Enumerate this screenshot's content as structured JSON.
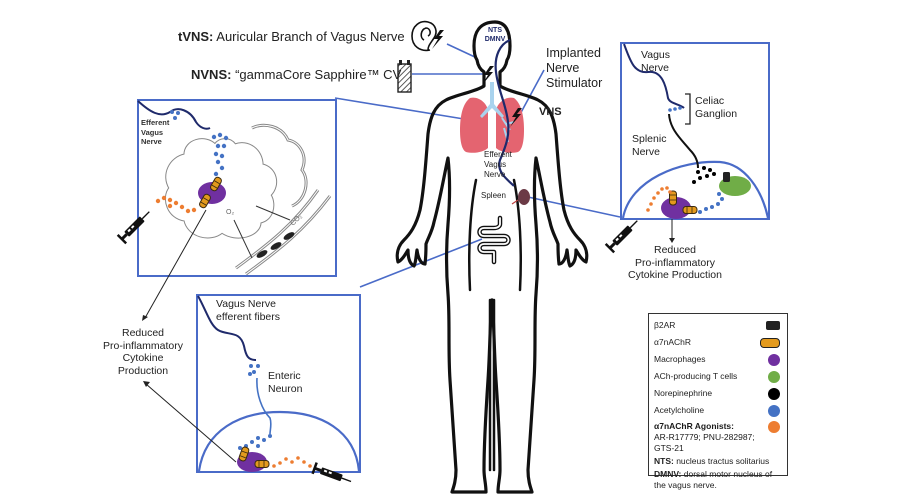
{
  "devices": {
    "tvns": {
      "prefix": "tVNS:",
      "text": " Auricular Branch of Vagus Nerve"
    },
    "nvns": {
      "prefix": "NVNS:",
      "text": " “gammaCore Sapphire™ CV"
    }
  },
  "body_labels": {
    "nts": "NTS",
    "dmnv": "DMNV",
    "implanted_line1": "Implanted",
    "implanted_line2": "Nerve",
    "implanted_line3": "Stimulator",
    "vns": "VNS",
    "efferent_line1": "Efferent",
    "efferent_line2": "Vagus",
    "efferent_line3": "Nerve",
    "spleen": "Spleen"
  },
  "lung_panel": {
    "nerve_line1": "Efferent",
    "nerve_line2": "Vagus",
    "nerve_line3": "Nerve",
    "o2": "O₂",
    "co2": "CO₂"
  },
  "spleen_panel": {
    "vagus_line1": "Vagus",
    "vagus_line2": "Nerve",
    "celiac_line1": "Celiac",
    "celiac_line2": "Ganglion",
    "splenic_line1": "Splenic",
    "splenic_line2": "Nerve",
    "outcome_line1": "Reduced",
    "outcome_line2": "Pro-inflammatory",
    "outcome_line3": "Cytokine Production"
  },
  "gut_panel": {
    "vagus_line1": "Vagus Nerve",
    "vagus_line2": "efferent fibers",
    "enteric_line1": "Enteric",
    "enteric_line2": "Neuron"
  },
  "left_outcome": {
    "line1": "Reduced",
    "line2": "Pro-inflammatory",
    "line3": "Cytokine",
    "line4": "Production"
  },
  "legend": {
    "items": [
      {
        "label": "β2AR",
        "icon": "b2ar-receptor-icon"
      },
      {
        "label": "α7nAChR",
        "icon": "a7nachr-receptor-icon"
      },
      {
        "label": "Macrophages",
        "color": "#7030a0"
      },
      {
        "label": "ACh-producing T cells",
        "color": "#70ad47"
      },
      {
        "label": "Norepinephrine",
        "color": "#000000"
      },
      {
        "label": "Acetylcholine",
        "color": "#4472c4"
      }
    ],
    "agonists_title": "α7nAChR Agonists:",
    "agonists_list": "AR-R17779; PNU-282987; GTS-21",
    "agonists_color": "#ed7d31",
    "nts_abbr": "NTS:",
    "nts_def": " nucleus tractus solitarius",
    "dmnv_abbr": "DMNV:",
    "dmnv_def": " dorsal motor nucleus of the vagus nerve."
  },
  "colors": {
    "panel_border": "#4a6bc8",
    "connector": "#4a6bc8",
    "nerve": "#1f2a6b",
    "lung": "#e46470",
    "airway": "#a9d3ee",
    "spleen": "#6b3a46",
    "macrophage": "#7030a0",
    "tcell": "#70ad47",
    "norepinephrine": "#000000",
    "acetylcholine": "#4472c4",
    "agonist": "#ed7d31",
    "receptor": "#e39a1d"
  }
}
